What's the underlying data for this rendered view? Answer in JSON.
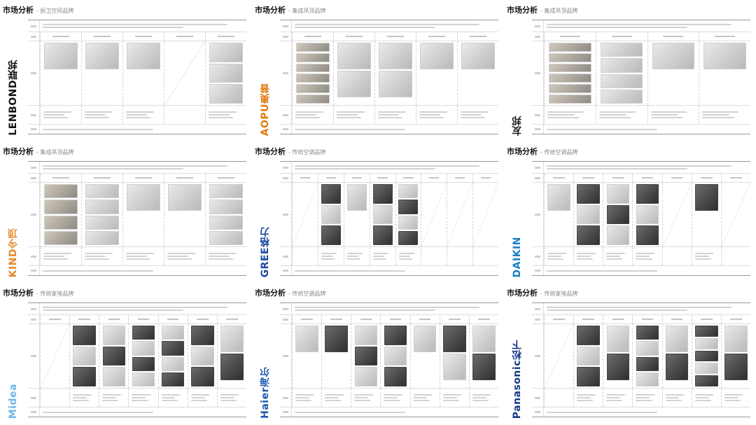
{
  "panels": [
    {
      "title": "市场分析",
      "subtitle": "- 厨卫空间品牌",
      "brand": "LENBOND联邦",
      "brand_color": "#111111",
      "product_columns": [
        1,
        1,
        1,
        0,
        3
      ],
      "thumb_style": "light"
    },
    {
      "title": "市场分析",
      "subtitle": "- 集成吊顶品牌",
      "brand": "AOPU奥普",
      "brand_color": "#e07a10",
      "product_columns": [
        6,
        2,
        2,
        1,
        1
      ],
      "thumb_style": "room"
    },
    {
      "title": "市场分析",
      "subtitle": "- 集成吊顶品牌",
      "brand": "友邦",
      "brand_color": "#222222",
      "product_columns": [
        6,
        4,
        1,
        1
      ],
      "thumb_style": "room"
    },
    {
      "title": "市场分析",
      "subtitle": "- 集成吊顶品牌",
      "brand": "KIND今顶",
      "brand_color": "#e58a2a",
      "product_columns": [
        4,
        4,
        1,
        1,
        4
      ],
      "thumb_style": "room"
    },
    {
      "title": "市场分析",
      "subtitle": "- 传统空调品牌",
      "brand": "GREE格力",
      "brand_color": "#1a4aa0",
      "product_columns": [
        0,
        3,
        1,
        3,
        4,
        0,
        0,
        0
      ],
      "thumb_style": "dark"
    },
    {
      "title": "市场分析",
      "subtitle": "- 传统空调品牌",
      "brand": "DAIKIN",
      "brand_color": "#1a7fc6",
      "product_columns": [
        1,
        3,
        3,
        3,
        0,
        1,
        0
      ],
      "thumb_style": "dark"
    },
    {
      "title": "市场分析",
      "subtitle": "- 传统家电品牌",
      "brand": "Midea",
      "brand_color": "#6fb7e8",
      "product_columns": [
        0,
        3,
        3,
        4,
        4,
        3,
        2
      ],
      "thumb_style": "dark"
    },
    {
      "title": "市场分析",
      "subtitle": "- 传统空调品牌",
      "brand": "Haier海尔",
      "brand_color": "#1e5bb0",
      "product_columns": [
        1,
        1,
        3,
        3,
        1,
        2,
        2
      ],
      "thumb_style": "dark"
    },
    {
      "title": "市场分析",
      "subtitle": "- 传统家电品牌",
      "brand": "Panasonic松下",
      "brand_color": "#143a8a",
      "product_columns": [
        0,
        3,
        2,
        4,
        2,
        5,
        2
      ],
      "thumb_style": "dark"
    }
  ]
}
